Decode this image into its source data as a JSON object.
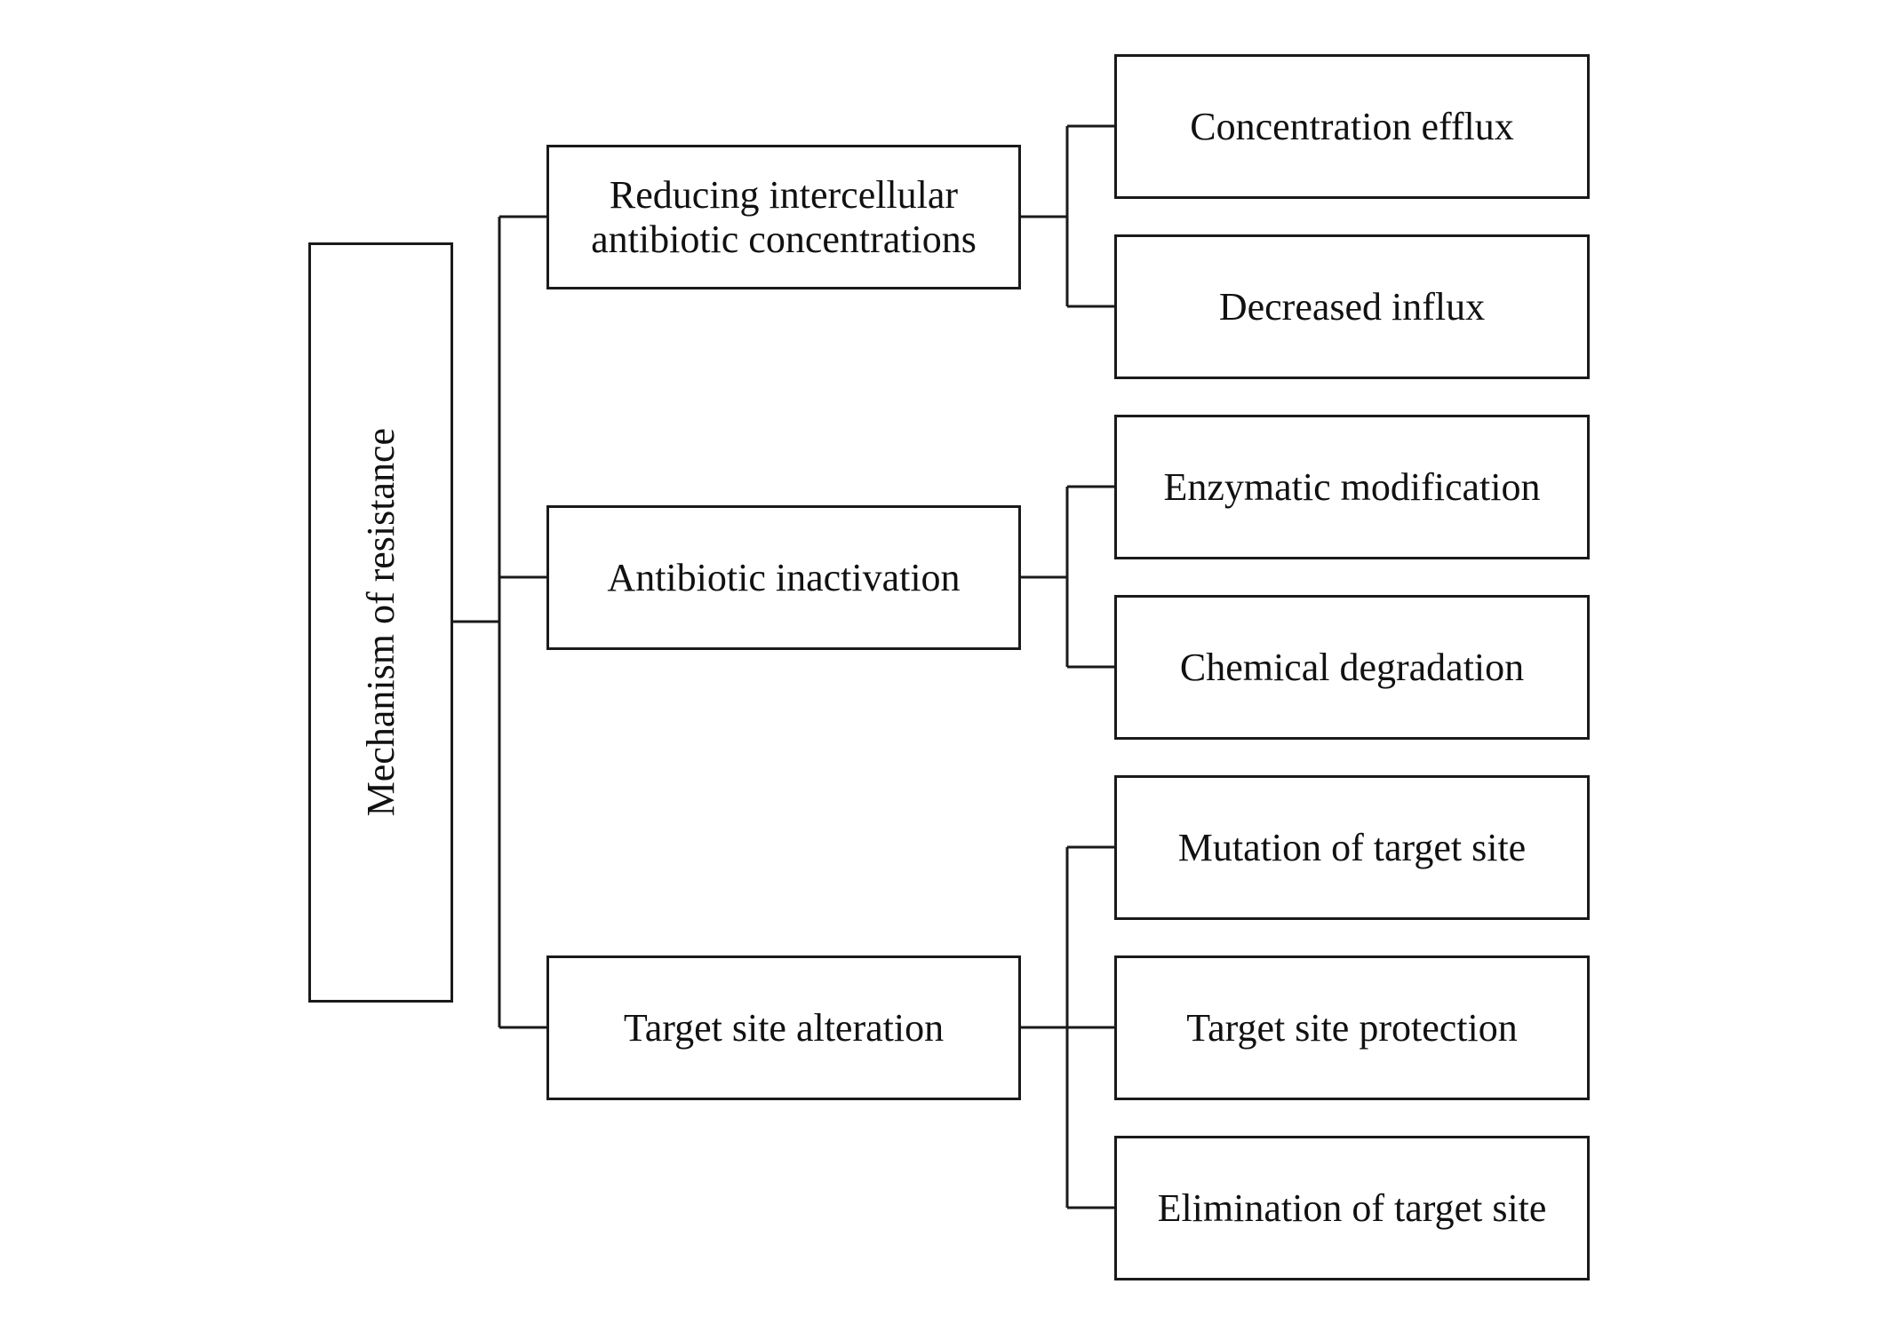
{
  "root": {
    "label": "Mechanism of resistance"
  },
  "categories": [
    {
      "label": "Reducing intercellular antibiotic concentrations",
      "children": [
        "Concentration efflux",
        "Decreased influx"
      ]
    },
    {
      "label": "Antibiotic inactivation",
      "children": [
        "Enzymatic modification",
        "Chemical degradation"
      ]
    },
    {
      "label": "Target site alteration",
      "children": [
        "Mutation of target site",
        "Target site protection",
        "Elimination of target site"
      ]
    }
  ]
}
